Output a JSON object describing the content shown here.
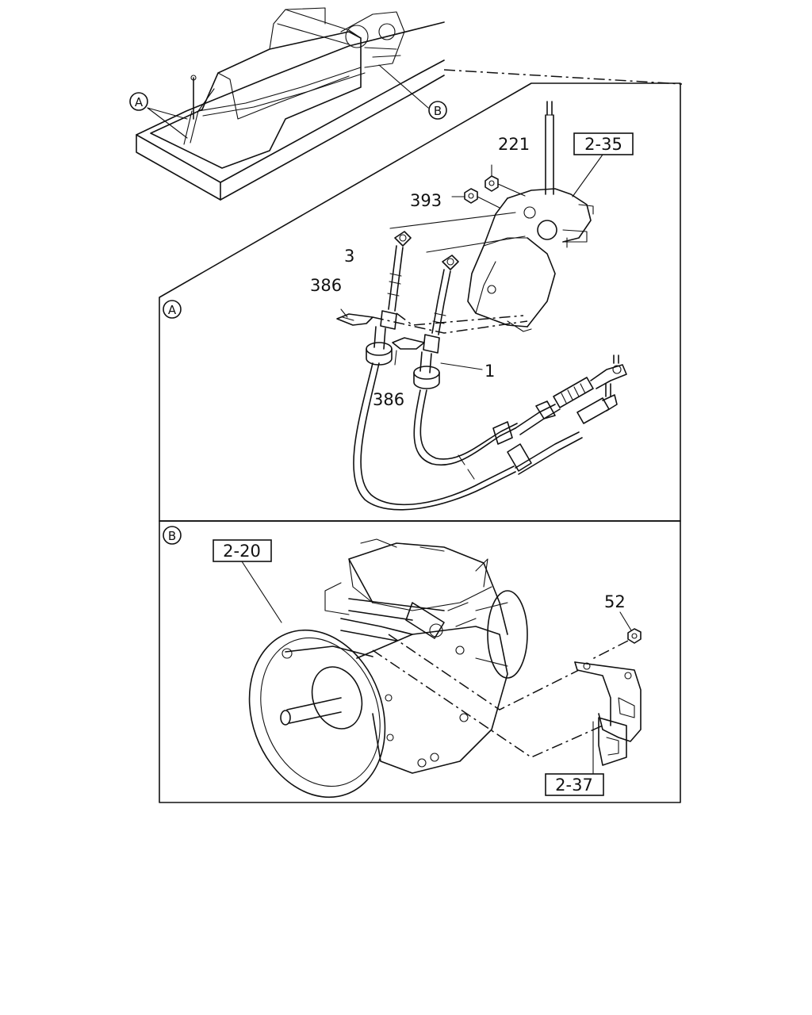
{
  "callouts": {
    "a": "A",
    "b": "B"
  },
  "parts": {
    "p221": "221",
    "p393": "393",
    "p3": "3",
    "p386_upper": "386",
    "p386_lower": "386",
    "p1": "1",
    "p52": "52"
  },
  "refs": {
    "r2_35": "2-35",
    "r2_20": "2-20",
    "r2_37": "2-37"
  }
}
